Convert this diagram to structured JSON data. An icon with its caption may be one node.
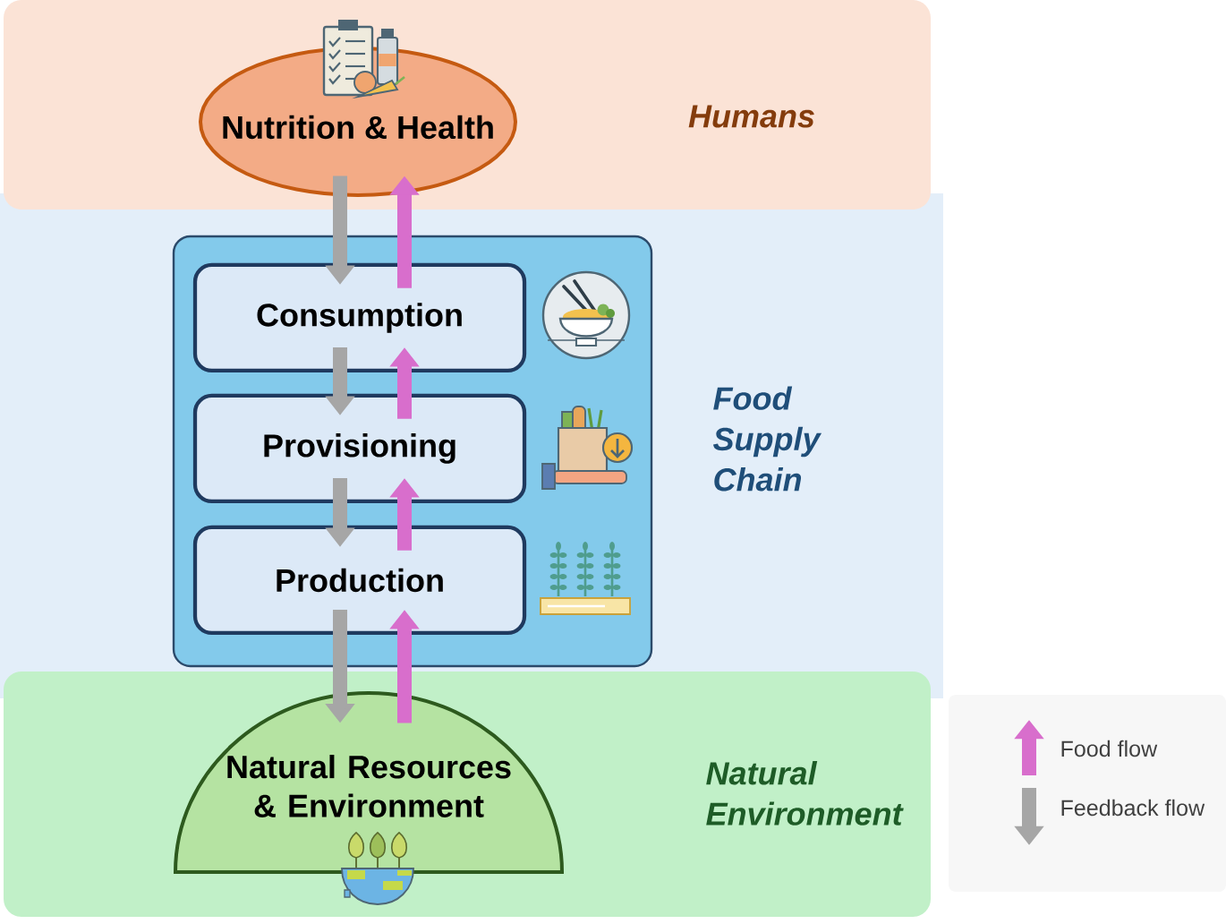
{
  "diagram": {
    "nodes": [
      {
        "text": [
          "Humans"
        ]
      },
      {
        "text": [
          "Nutrition & Health"
        ],
        "in": 0
      },
      {
        "text": [
          "Food Supply Chain"
        ]
      },
      {
        "text": [],
        "shape": "box",
        "in": 2
      },
      {
        "text": [
          "Consumption"
        ],
        "in": 3
      },
      {
        "text": [
          "Provisioning"
        ],
        "in": 3
      },
      {
        "text": [
          "Production"
        ],
        "in": 3
      },
      {
        "text": [
          "Natural Environment"
        ]
      },
      {
        "text": [
          "Natural Resources & Environment"
        ],
        "in": 7
      }
    ],
    "edges": [
      {
        "from": 1,
        "to": 4,
        "arrow": "to",
        "color": "#a6a6a6"
      },
      {
        "from": 4,
        "to": 1,
        "arrow": "to",
        "color": "#d86ecc"
      },
      {
        "from": 4,
        "to": 5,
        "arrow": "to",
        "color": "#a6a6a6"
      },
      {
        "from": 5,
        "to": 4,
        "arrow": "to",
        "color": "#d86ecc"
      },
      {
        "from": 5,
        "to": 6,
        "arrow": "to",
        "color": "#a6a6a6"
      },
      {
        "from": 6,
        "to": 5,
        "arrow": "to",
        "color": "#d86ecc"
      },
      {
        "from": 6,
        "to": 8,
        "arrow": "to",
        "color": "#a6a6a6"
      },
      {
        "from": 8,
        "to": 6,
        "arrow": "to",
        "color": "#d86ecc"
      }
    ],
    "legend": [
      {
        "text": "Food flow"
      },
      {
        "text": "Feedback flow"
      }
    ]
  }
}
